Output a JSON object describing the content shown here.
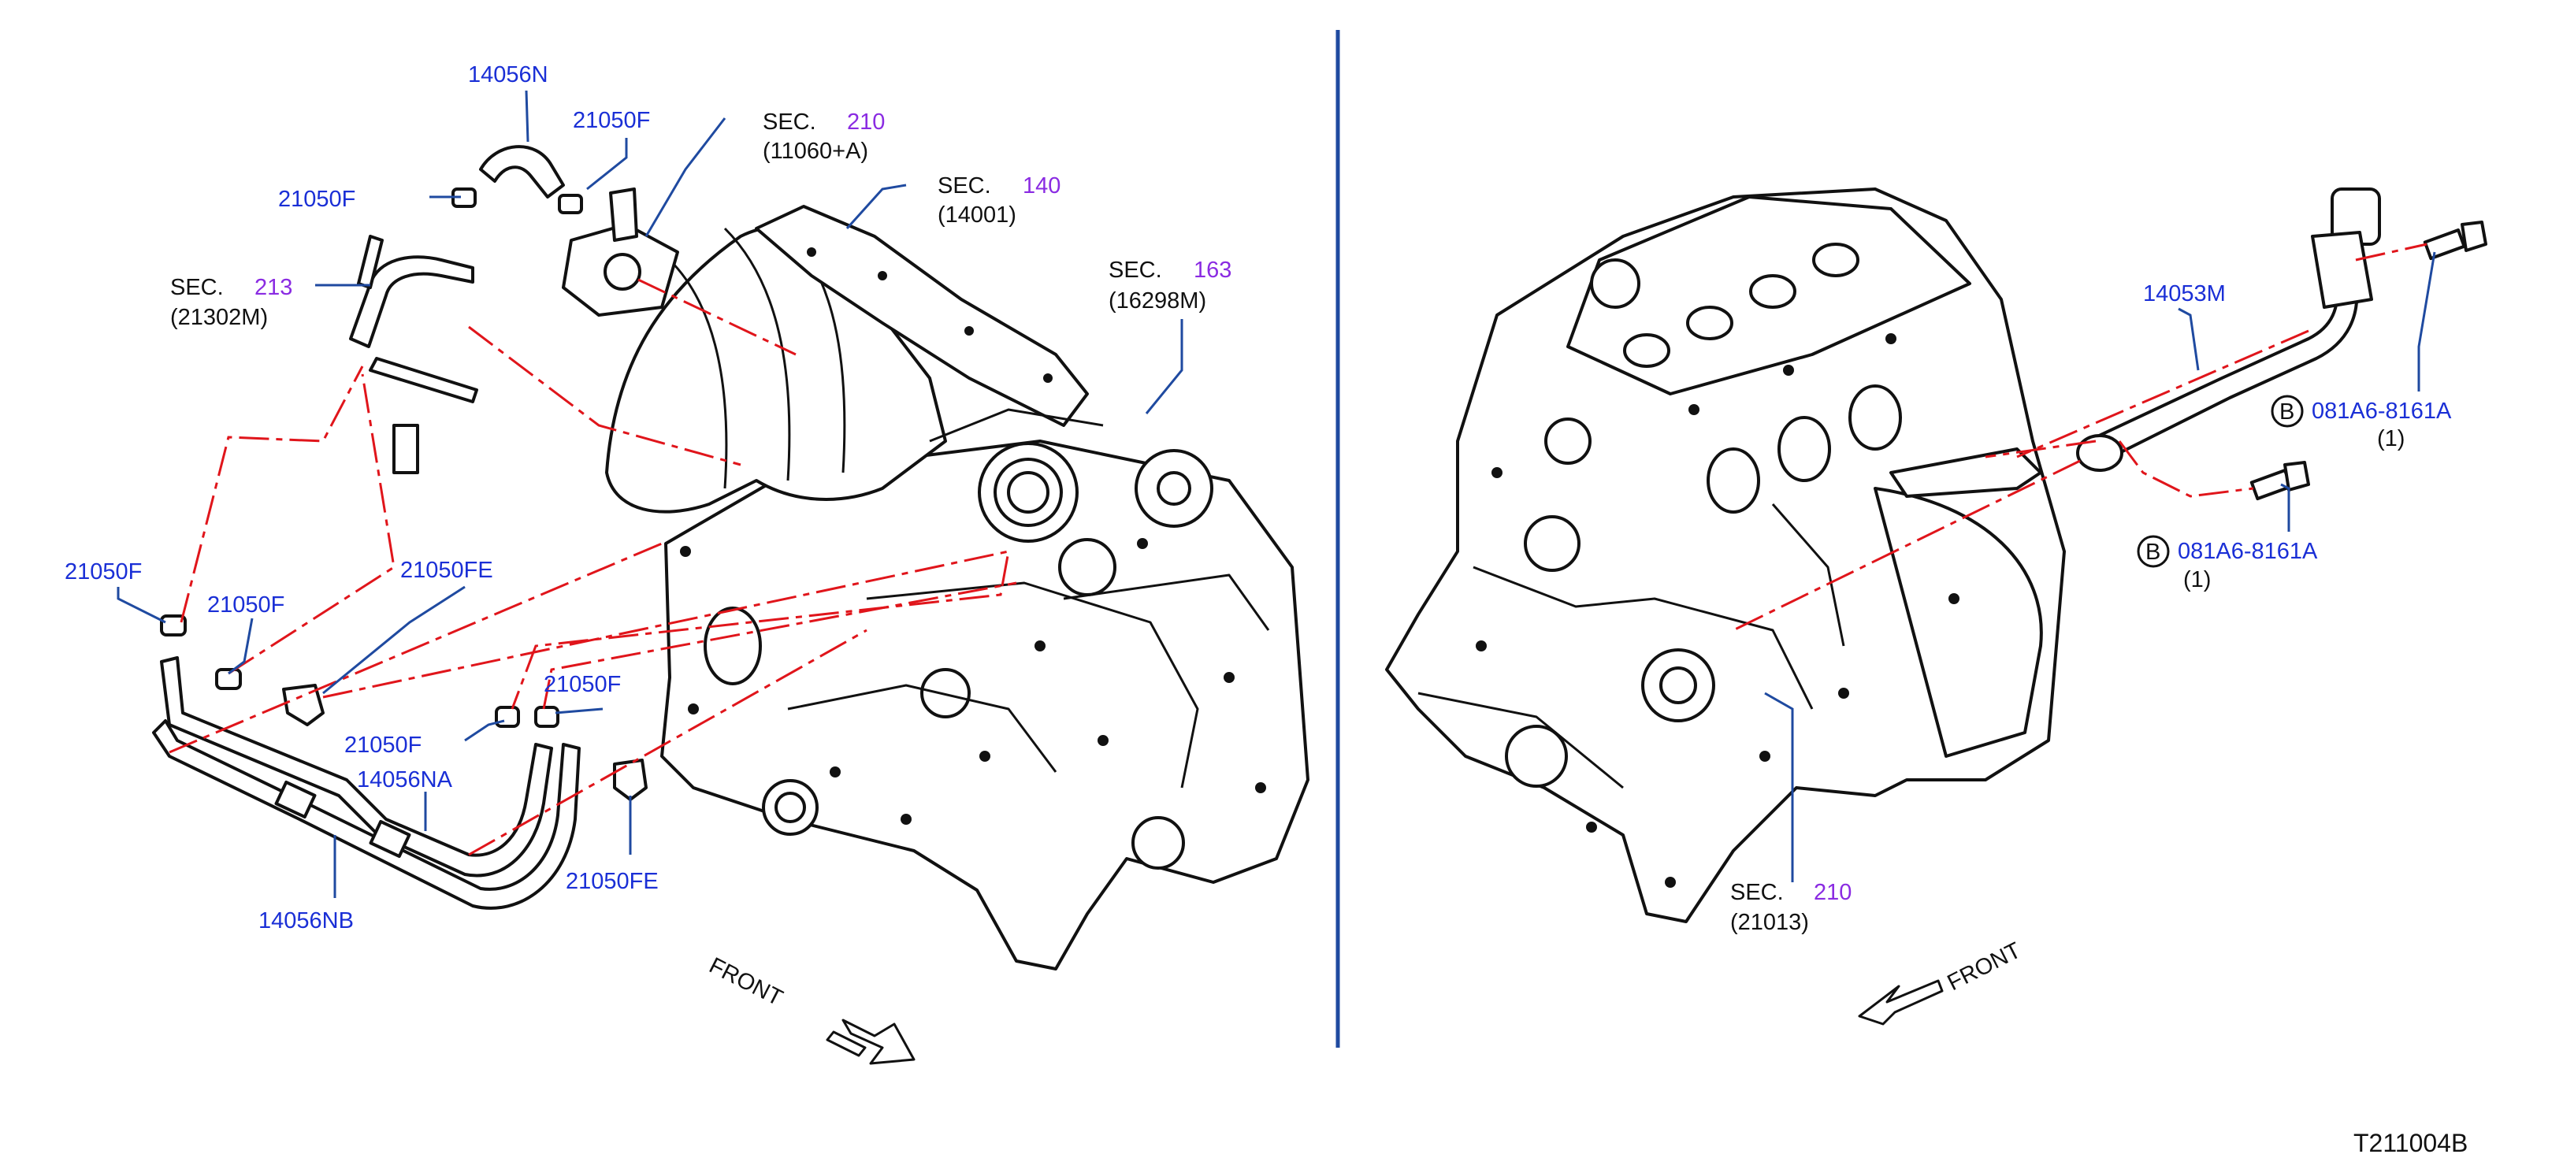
{
  "labels": {
    "p14056N": "14056N",
    "p21050F_top": "21050F",
    "p21050F_upperleft": "21050F",
    "p21050F_left": "21050F",
    "p21050F_mid": "21050F",
    "p21050F_low1": "21050F",
    "p21050F_low2": "21050F",
    "p21050FE_1": "21050FE",
    "p21050FE_2": "21050FE",
    "p14056NA": "14056NA",
    "p14056NB": "14056NB",
    "p14053M": "14053M",
    "bolt1_part": "081A6-8161A",
    "bolt1_qty": "(1)",
    "bolt2_part": "081A6-8161A",
    "bolt2_qty": "(1)",
    "bolt_letter": "B"
  },
  "sections": {
    "sec_word": "SEC.",
    "s210a_num": "210",
    "s210a_ref": "(11060+A)",
    "s140_num": "140",
    "s140_ref": "(14001)",
    "s163_num": "163",
    "s163_ref": "(16298M)",
    "s213_num": "213",
    "s213_ref": "(21302M)",
    "s210b_num": "210",
    "s210b_ref": "(21013)"
  },
  "front_left": "FRONT",
  "front_right": "FRONT",
  "figure_code": "T211004B",
  "colors": {
    "part_number": "#1a2fd6",
    "section_number": "#8a2be2",
    "leader_line": "#1f4aa0",
    "chain_line": "#e0151b",
    "divider": "#1f4aa0"
  }
}
